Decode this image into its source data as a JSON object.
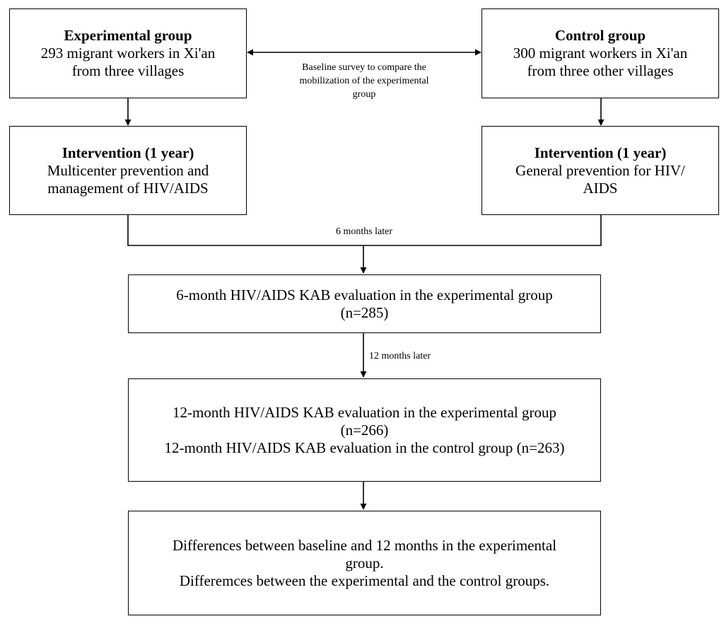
{
  "experimental_group": {
    "title": "Experimental group",
    "line1": "293 migrant workers in Xi'an",
    "line2": "from three villages"
  },
  "control_group": {
    "title": "Control group",
    "line1": "300 migrant workers in Xi'an",
    "line2": "from three other villages"
  },
  "baseline_label": {
    "line1": "Baseline survey to compare the",
    "line2": "mobilization of the experimental",
    "line3": "group"
  },
  "intervention_experimental": {
    "title": "Intervention (1 year)",
    "line1": "Multicenter prevention and",
    "line2": "management of HIV/AIDS"
  },
  "intervention_control": {
    "title": "Intervention (1 year)",
    "line1": "General prevention for HIV/",
    "line2": "AIDS"
  },
  "six_months_label": "6 months later",
  "six_month_eval": {
    "line1": "6-month HIV/AIDS KAB evaluation in the experimental group",
    "line2": "(n=285)"
  },
  "twelve_months_label": "12 months later",
  "twelve_month_eval": {
    "line1": "12-month HIV/AIDS KAB evaluation in the experimental group",
    "line2": "(n=266)",
    "line3": "12-month HIV/AIDS KAB evaluation in the control group (n=263)"
  },
  "differences": {
    "line1": "Differences between baseline and 12 months in the experimental",
    "line2": "group.",
    "line3": "Differemces between the experimental and the control groups."
  }
}
